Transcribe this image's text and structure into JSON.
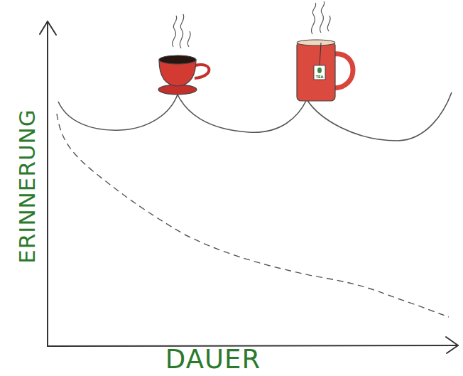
{
  "diagram": {
    "labels": [
      "ERINNERUNG",
      "DAUER",
      "TEA"
    ]
  }
}
